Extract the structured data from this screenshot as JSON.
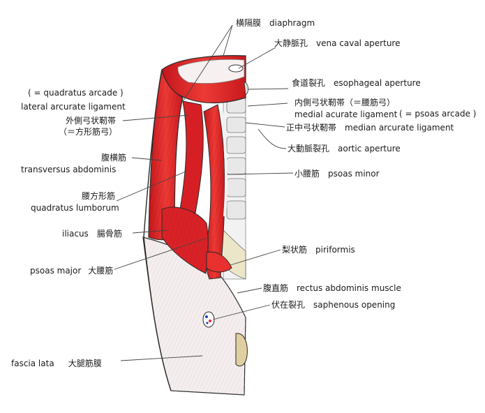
{
  "labels": {
    "diaphragm": {
      "jp": "横隔膜",
      "en": "diaphragm"
    },
    "vena_caval": {
      "jp": "大静脈孔",
      "en": "vena caval aperture"
    },
    "esophageal": {
      "jp": "食道裂孔",
      "en": "esophageal aperture"
    },
    "medial_arcuate": {
      "jp": "内側弓状靭帯（＝腰筋弓）",
      "en": "medial acurate ligament",
      "alt": "( = psoas arcade )"
    },
    "median_arcuate": {
      "jp": "正中弓状靭帯",
      "en": "median arcurate ligament"
    },
    "aortic": {
      "jp": "大動脈裂孔",
      "en": "aortic aperture"
    },
    "psoas_minor": {
      "jp": "小腰筋",
      "en": "psoas minor"
    },
    "piriformis": {
      "jp": "梨状筋",
      "en": "piriformis"
    },
    "rectus": {
      "jp": "腹直筋",
      "en": "rectus abdominis muscle"
    },
    "saphenous": {
      "jp": "伏在裂孔",
      "en": "saphenous opening"
    },
    "lateral_arcuate": {
      "alt": "( = quadratus arcade )",
      "en": "lateral arcurate ligament",
      "jp": "外側弓状靭帯",
      "jp_alt": "（＝方形筋弓）"
    },
    "transversus": {
      "jp": "腹横筋",
      "en": "transversus abdominis"
    },
    "quadratus": {
      "jp": "腰方形筋",
      "en": "quadratus lumborum"
    },
    "iliacus": {
      "en": "iliacus",
      "jp": "腸骨筋"
    },
    "psoas_major": {
      "en": "psoas major",
      "jp": "大腰筋"
    },
    "fascia_lata": {
      "en": "fascia lata",
      "jp": "大腿筋膜"
    }
  },
  "colors": {
    "muscle": "#e3262b",
    "muscle_dark": "#b5161b",
    "muscle_light": "#f27a70",
    "fascia": "#f3eeee",
    "bone": "#f0f0f0",
    "outline": "#2a2a2a",
    "cartilage": "#d8c9a0"
  }
}
